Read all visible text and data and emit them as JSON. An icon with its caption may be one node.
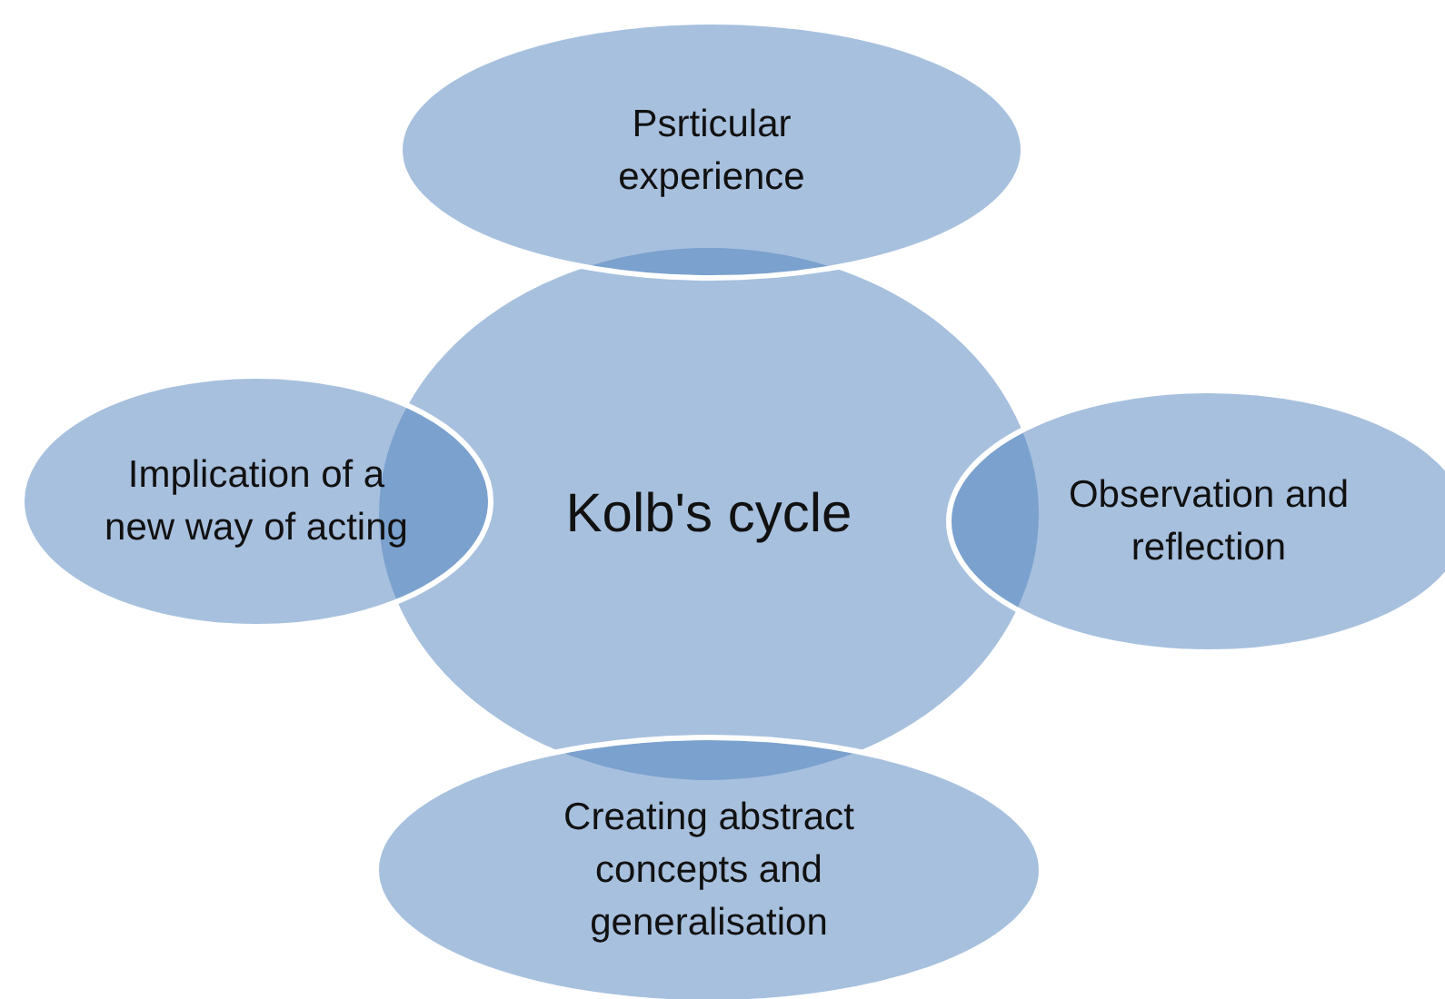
{
  "diagram": {
    "nodes": [
      {
        "text": [
          "Psrticular experience"
        ]
      },
      {
        "text": [
          "Implication of a new way of acting"
        ]
      },
      {
        "text": [
          "Kolb's cycle"
        ]
      },
      {
        "text": [
          "Observation and reflection"
        ]
      },
      {
        "text": [
          "Creating abstract concepts and generalisation"
        ]
      }
    ],
    "edges": []
  }
}
